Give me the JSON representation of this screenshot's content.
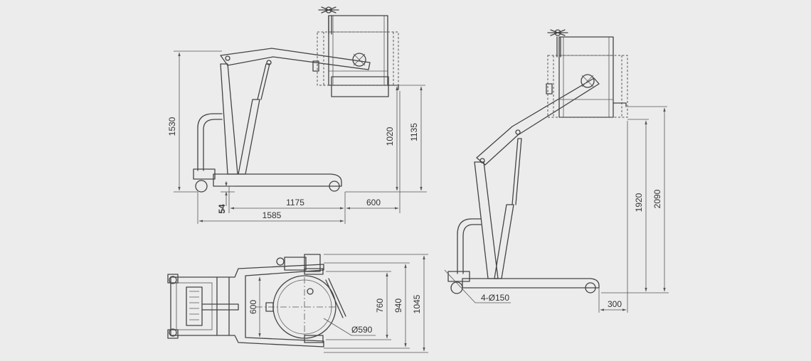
{
  "dimensions": {
    "side_height_total": "1530",
    "side_reach": "1020",
    "side_fork_height": "1135",
    "side_base_length": "1175",
    "side_overhang": "600",
    "side_leg_height": "54",
    "side_total_length": "1585",
    "lifted_reach": "1920",
    "lifted_total_height": "2090",
    "lifted_front": "300",
    "lifted_wheels": "4-Ø150",
    "top_clamp_width": "600",
    "top_outer_width": "760",
    "top_frame_width": "940",
    "top_total_width": "1045",
    "top_drum_diameter": "Ø590"
  },
  "colors": {
    "background": "#ececec",
    "line": "#444444"
  }
}
